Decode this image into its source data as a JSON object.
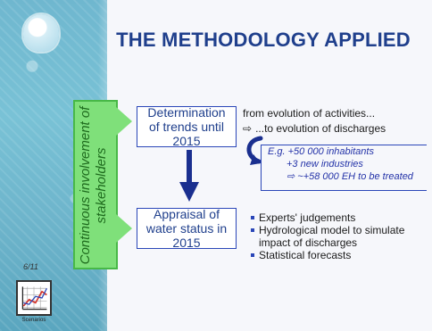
{
  "slide": {
    "title": "THE METHODOLOGY APPLIED",
    "page_number": "6/11",
    "side_label": "Continuous involvement of stakeholders",
    "steps": [
      {
        "label": "Determination of trends until 2015"
      },
      {
        "label": "Appraisal of water status in 2015"
      }
    ],
    "trends": {
      "from_text": "from evolution of activities...",
      "arrow_glyph": "⇨",
      "to_text": "...to evolution of discharges",
      "example": {
        "line1": "E.g. +50 000 inhabitants",
        "line2": "+3 new industries",
        "line3": "⇨ ~+58 000 EH to be treated"
      }
    },
    "appraisal_bullets": [
      "Experts' judgements",
      "Hydrological model to simulate impact of discharges",
      "Statistical forecasts"
    ],
    "logo_label": "Scenarios"
  },
  "colors": {
    "title": "#1f3f8c",
    "box_border": "#2a46b8",
    "green_fill": "#7fe07a",
    "green_border": "#48b847",
    "arrow_dark": "#1a2f8f",
    "left_band": "#6fb7cf"
  },
  "icons": {
    "water_drop": "water-drop-icon",
    "curve_arrow": "curved-arrow-icon",
    "chart_logo": "line-chart-logo-icon"
  }
}
